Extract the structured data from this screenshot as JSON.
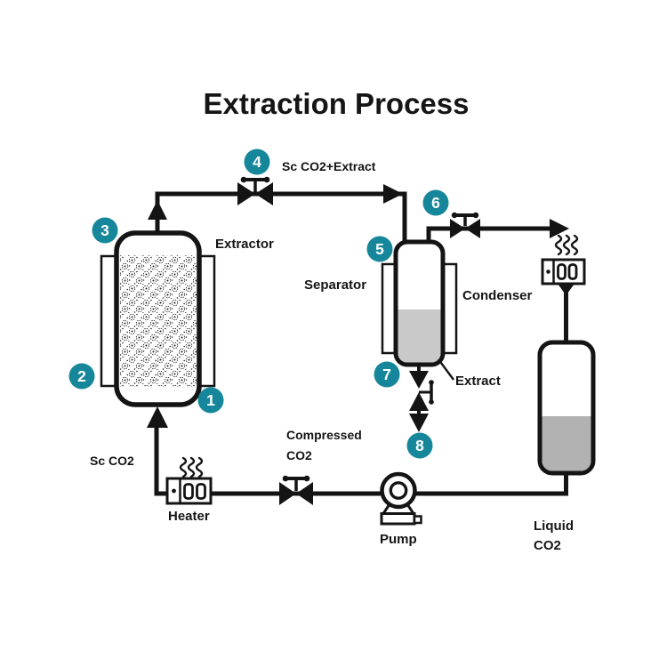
{
  "title": "Extraction Process",
  "colors": {
    "accent_teal": "#16879A",
    "line_black": "#141414",
    "separator_liquid_gray": "#c9c9c9",
    "tank_liquid_gray": "#b2b2b2"
  },
  "equipment": {
    "extractor_label": "Extractor",
    "separator_label": "Separator",
    "condenser_label": "Condenser",
    "heater_label": "Heater",
    "pump_label": "Pump",
    "liquid_co2_label_line1": "Liquid",
    "liquid_co2_label_line2": "CO2"
  },
  "streams": {
    "sc_co2_label": "Sc CO2",
    "sc_co2_extract_label": "Sc CO2+Extract",
    "compressed_co2_label_line1": "Compressed",
    "compressed_co2_label_line2": "CO2",
    "extract_label": "Extract"
  },
  "step_markers": [
    "1",
    "2",
    "3",
    "4",
    "5",
    "6",
    "7",
    "8"
  ]
}
